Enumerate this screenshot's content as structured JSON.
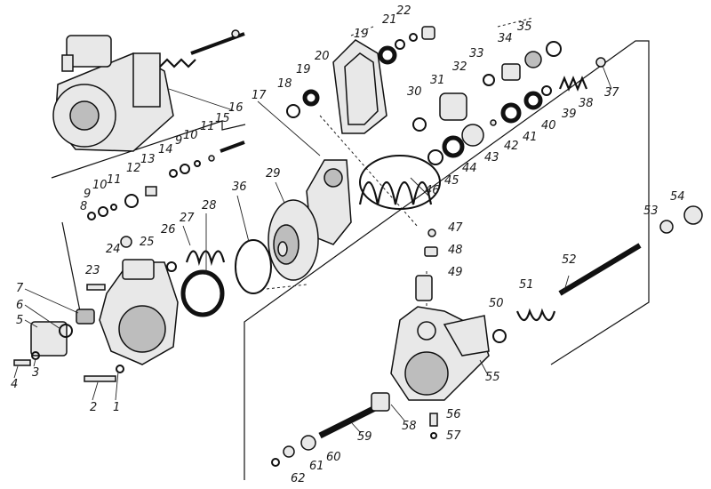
{
  "diagram": {
    "labels": [
      "1",
      "2",
      "3",
      "4",
      "5",
      "6",
      "7",
      "8",
      "9",
      "10",
      "11",
      "12",
      "13",
      "14",
      "15",
      "16",
      "17",
      "18",
      "19",
      "20",
      "21",
      "22",
      "23",
      "24",
      "25",
      "26",
      "27",
      "28",
      "29",
      "30",
      "31",
      "32",
      "33",
      "34",
      "35",
      "36",
      "37",
      "38",
      "39",
      "40",
      "41",
      "42",
      "43",
      "44",
      "45",
      "46",
      "47",
      "48",
      "49",
      "50",
      "51",
      "52",
      "53",
      "54",
      "55",
      "56",
      "57",
      "58",
      "59",
      "60",
      "61",
      "62"
    ],
    "label_extra": [
      "9",
      "10",
      "11",
      "19"
    ]
  }
}
